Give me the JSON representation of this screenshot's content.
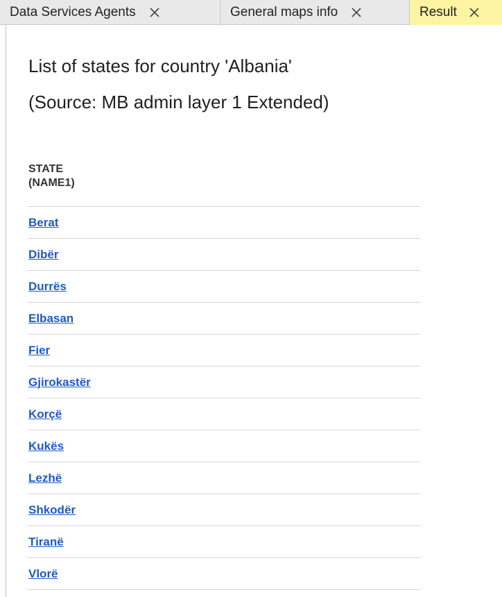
{
  "tabs": [
    {
      "label": "Data Services Agents",
      "active": false
    },
    {
      "label": "General maps info",
      "active": false
    },
    {
      "label": "Result",
      "active": true
    }
  ],
  "icons": {
    "close": "close-icon"
  },
  "colors": {
    "active_tab": "#fdf4a3",
    "link": "#1e59c8"
  },
  "result": {
    "title": "List of states for country 'Albania'",
    "source": "(Source: MB admin layer 1 Extended)",
    "table": {
      "header_line1": "STATE",
      "header_line2": "(NAME1)",
      "rows": [
        "Berat",
        "Dibër",
        "Durrës",
        "Elbasan",
        "Fier",
        "Gjirokastër",
        "Korçë",
        "Kukës",
        "Lezhë",
        "Shkodër",
        "Tiranë",
        "Vlorë"
      ]
    }
  }
}
